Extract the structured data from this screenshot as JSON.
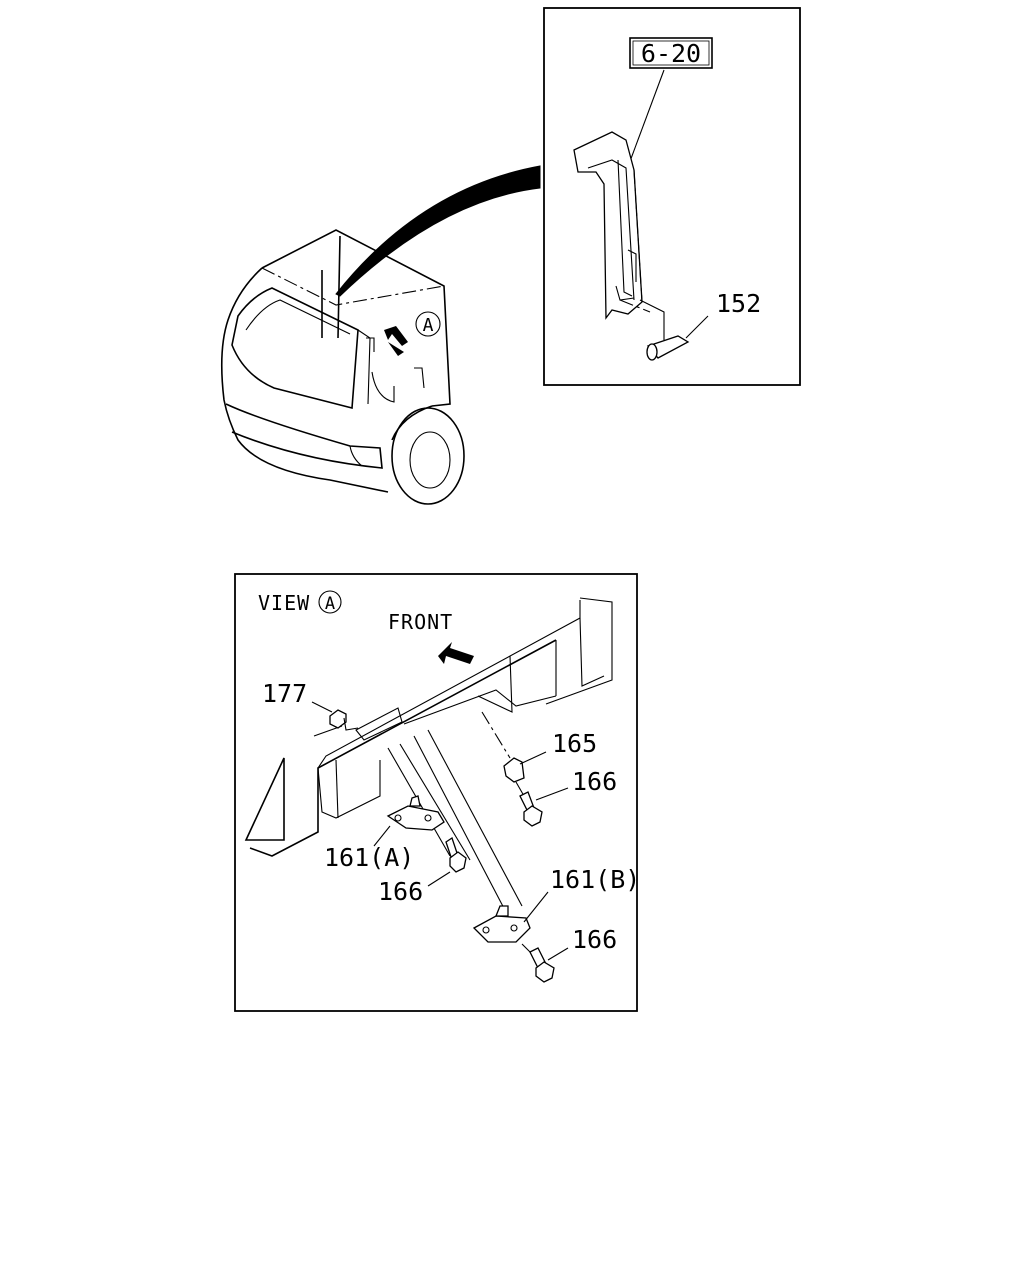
{
  "upper_detail": {
    "ref_box": "6-20",
    "callout_152": "152",
    "marker_a": "A"
  },
  "view_a": {
    "title": "VIEW",
    "title_marker": "A",
    "front_label": "FRONT",
    "callouts": {
      "c177": "177",
      "c165": "165",
      "c166_upper": "166",
      "c161a": "161(A)",
      "c166_mid": "166",
      "c161b": "161(B)",
      "c166_lower": "166"
    }
  }
}
